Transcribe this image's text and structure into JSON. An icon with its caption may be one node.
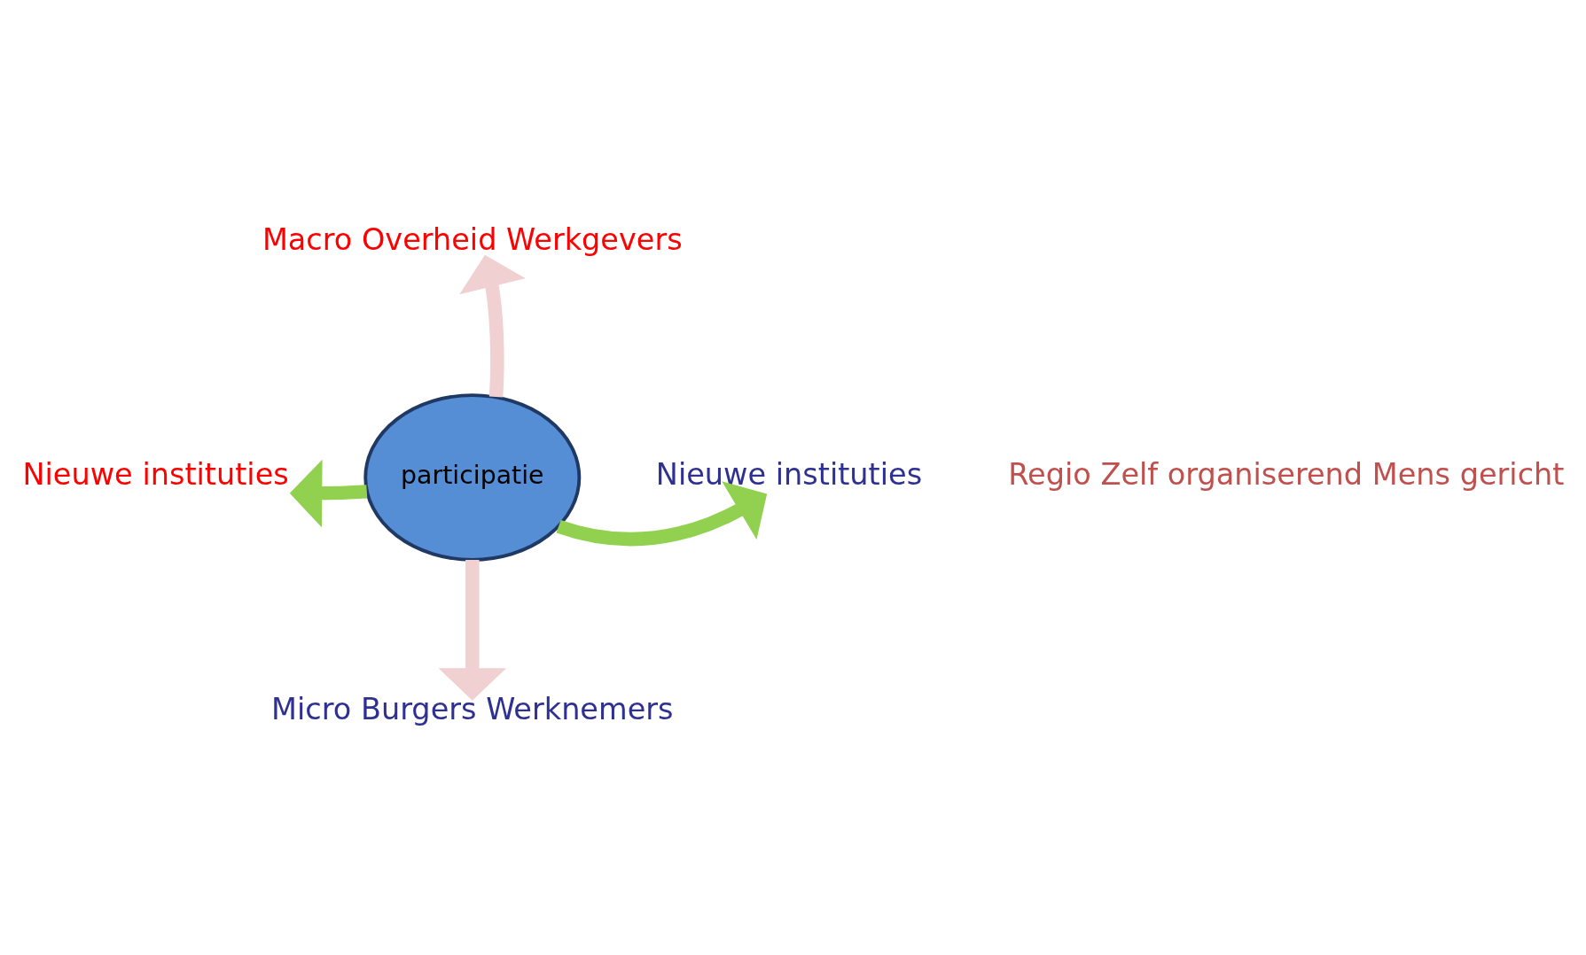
{
  "diagram": {
    "nodes": [
      {
        "text": [
          "participatie"
        ]
      },
      {
        "text": [
          "Macro Overheid Werkgevers"
        ]
      },
      {
        "text": [
          "Nieuwe instituties"
        ]
      },
      {
        "text": [
          "Nieuwe instituties"
        ]
      },
      {
        "text": [
          "Micro Burgers Werknemers"
        ]
      }
    ],
    "edges": [
      {
        "from": 0,
        "to": 1,
        "arrow": "to",
        "color": "#f0d0d0"
      },
      {
        "from": 0,
        "to": 2,
        "arrow": "to",
        "color": "#92d050"
      },
      {
        "from": 0,
        "to": 3,
        "arrow": "to",
        "color": "#92d050"
      },
      {
        "from": 0,
        "to": 4,
        "arrow": "to",
        "color": "#f0d0d0"
      }
    ],
    "labels": [
      "Regio Zelf organiserend Mens gericht"
    ]
  }
}
